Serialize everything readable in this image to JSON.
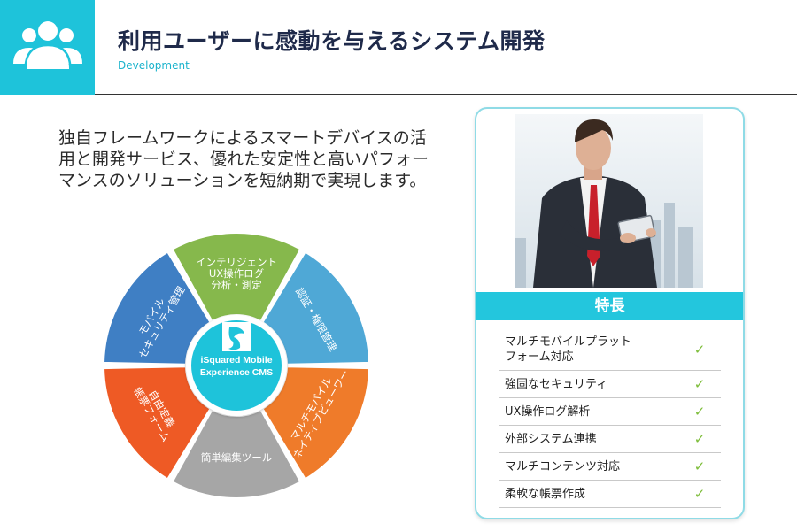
{
  "header": {
    "title": "利用ユーザーに感動を与えるシステム開発",
    "subtitle": "Development",
    "icon": "users-group-icon"
  },
  "intro": {
    "text": "独自フレームワークによるスマートデバイスの活用と開発サービス、優れた安定性と高いパフォーマンスのソリューションを短納期で実現します。"
  },
  "wheel": {
    "center_line1": "iSquared Mobile",
    "center_line2": "Experience CMS",
    "segments": [
      {
        "lines": [
          "インテリジェント",
          "UX操作ログ",
          "分析・測定"
        ],
        "color": "#86b84c"
      },
      {
        "lines": [
          "認証・権限管理"
        ],
        "color": "#4fa8d6"
      },
      {
        "lines": [
          "マルチモバイル",
          "ネイティブビューワー"
        ],
        "color": "#ef7b2a"
      },
      {
        "lines": [
          "簡単編集ツール"
        ],
        "color": "#a6a6a6"
      },
      {
        "lines": [
          "自由定義",
          "帳票フォーム"
        ],
        "color": "#ee5a25"
      },
      {
        "lines": [
          "モバイル",
          "セキュリティ管理"
        ],
        "color": "#3f7fc4"
      }
    ]
  },
  "features": {
    "title": "特長",
    "items": [
      {
        "label_lines": [
          "マルチモバイルプラット",
          "フォーム対応"
        ],
        "check": "✓"
      },
      {
        "label_lines": [
          "強固なセキュリティ"
        ],
        "check": "✓"
      },
      {
        "label_lines": [
          "UX操作ログ解析"
        ],
        "check": "✓"
      },
      {
        "label_lines": [
          "外部システム連携"
        ],
        "check": "✓"
      },
      {
        "label_lines": [
          "マルチコンテンツ対応"
        ],
        "check": "✓"
      },
      {
        "label_lines": [
          "柔軟な帳票作成"
        ],
        "check": "✓"
      }
    ]
  }
}
